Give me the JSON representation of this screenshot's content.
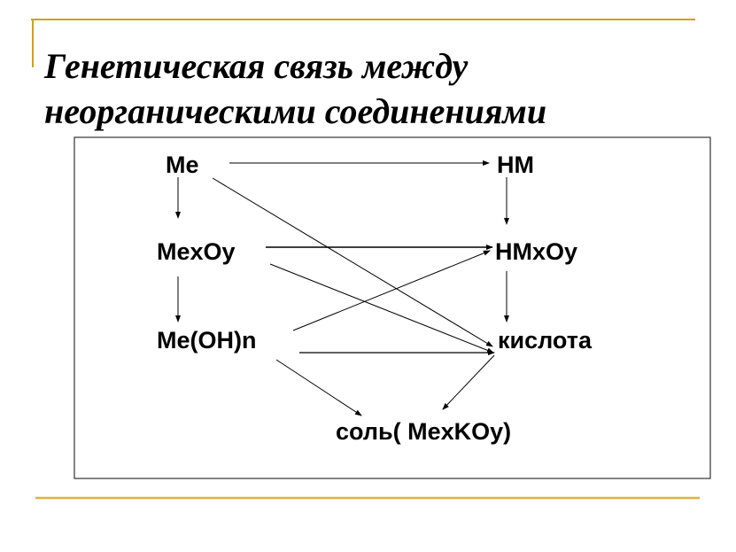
{
  "title": {
    "line1": "Генетическая связь между",
    "line2": "неорганическими соединениями"
  },
  "diagram": {
    "nodes": {
      "me": "Me",
      "hm": "HM",
      "mexoy": "MexOy",
      "hmxoy": "HMxOy",
      "meohn": "Me(OH)n",
      "acid": "кислота",
      "salt": "соль( MexKOy)"
    },
    "edges": [
      [
        "me",
        "hm"
      ],
      [
        "me",
        "mexoy"
      ],
      [
        "hm",
        "hmxoy"
      ],
      [
        "mexoy",
        "hmxoy"
      ],
      [
        "mexoy",
        "meohn"
      ],
      [
        "hmxoy",
        "acid"
      ],
      [
        "me",
        "acid"
      ],
      [
        "mexoy",
        "acid"
      ],
      [
        "meohn",
        "hmxoy"
      ],
      [
        "meohn",
        "acid"
      ],
      [
        "meohn",
        "salt"
      ],
      [
        "acid",
        "salt"
      ]
    ]
  },
  "colors": {
    "accent": "#d4a017",
    "line": "#000000"
  }
}
